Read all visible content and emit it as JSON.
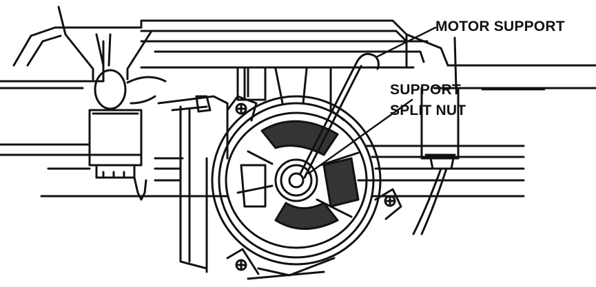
{
  "labels": {
    "motor_support": "MOTOR SUPPORT",
    "support_split_nut_line1": "SUPPORT",
    "support_split_nut_line2": "SPLIT NUT"
  },
  "colors": {
    "ink": "#111111",
    "paper": "#ffffff"
  }
}
